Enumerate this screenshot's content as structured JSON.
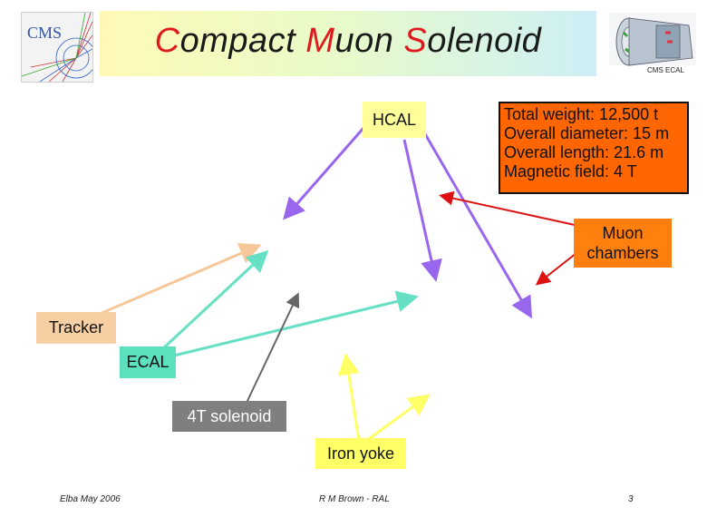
{
  "header": {
    "title_parts": [
      {
        "text": "C",
        "highlight": true
      },
      {
        "text": "ompact ",
        "highlight": false
      },
      {
        "text": "M",
        "highlight": true
      },
      {
        "text": "uon ",
        "highlight": false
      },
      {
        "text": "S",
        "highlight": true
      },
      {
        "text": "olenoid",
        "highlight": false
      }
    ],
    "logo_text": "CMS",
    "ecal_caption": "CMS ECAL"
  },
  "labels": {
    "hcal": "HCAL",
    "muon_line1": "Muon",
    "muon_line2": "chambers",
    "tracker": "Tracker",
    "ecal": "ECAL",
    "solenoid": "4T solenoid",
    "iron_yoke": "Iron yoke"
  },
  "info": {
    "lines": [
      "Total weight: 12,500 t",
      "Overall diameter: 15 m",
      "Overall length: 21.6 m",
      "Magnetic field: 4 T"
    ]
  },
  "footer": {
    "left": "Elba May 2006",
    "center": "R M Brown - RAL",
    "page": "3"
  },
  "colors": {
    "title_highlight": "#e0191e",
    "hcal_arrow": "#9966ee",
    "muon_arrow": "#dd1111",
    "tracker_arrow": "#f7c79a",
    "ecal_arrow": "#66e0c4",
    "solenoid_arrow": "#666666",
    "ironyoke_arrow": "#ffff66"
  }
}
